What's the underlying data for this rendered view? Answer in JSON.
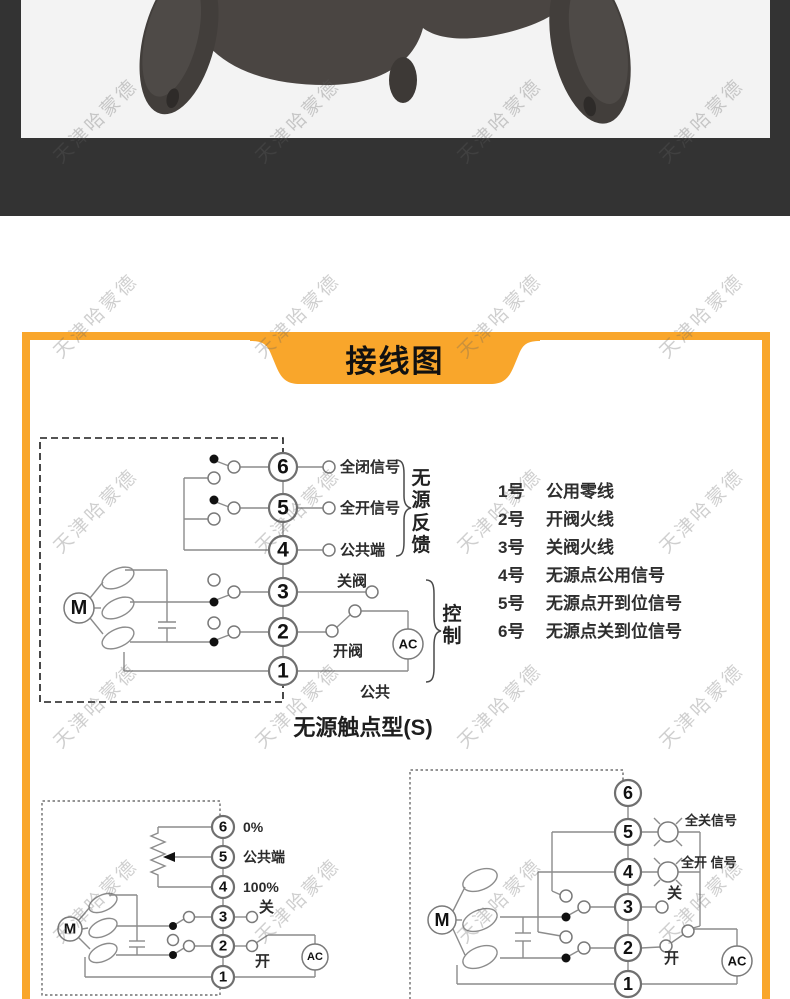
{
  "colors": {
    "accent_orange": "#F9A62B",
    "top_band": "#333333",
    "photo_background": "#F3F3F3",
    "diagram_line": "#8C8C8C",
    "label_text": "#2B2B2B"
  },
  "watermark": {
    "text": "天津哈蒙德"
  },
  "banner": {
    "title": "接线图",
    "color": "#F9A62B"
  },
  "diagram_main": {
    "terminals": [
      "6",
      "5",
      "4",
      "3",
      "2",
      "1"
    ],
    "labels": {
      "t6": "全闭信号",
      "t5": "全开信号",
      "t4": "公共端",
      "t3": "关阀",
      "t2": "开阀",
      "t1": "公共"
    },
    "group_feedback": "无源反馈",
    "group_control": "控制",
    "motor": "M",
    "power": "AC",
    "caption": "无源触点型(S)"
  },
  "legend": {
    "items": [
      {
        "num": "1号",
        "desc": "公用零线"
      },
      {
        "num": "2号",
        "desc": "开阀火线"
      },
      {
        "num": "3号",
        "desc": "关阀火线"
      },
      {
        "num": "4号",
        "desc": "无源点公用信号"
      },
      {
        "num": "5号",
        "desc": "无源点开到位信号"
      },
      {
        "num": "6号",
        "desc": "无源点关到位信号"
      }
    ]
  },
  "diagram_bottom_left": {
    "terminals": [
      "6",
      "5",
      "4",
      "3",
      "2",
      "1"
    ],
    "labels": {
      "t6": "0%",
      "t5": "公共端",
      "t4": "100%",
      "t3": "关",
      "t2": "开"
    },
    "motor": "M",
    "power": "AC"
  },
  "diagram_bottom_right": {
    "terminals": [
      "6",
      "5",
      "4",
      "3",
      "2",
      "1"
    ],
    "labels": {
      "t5": "全关信号",
      "t4": "全开 信号",
      "t3": "关",
      "t2": "开"
    },
    "motor": "M",
    "power": "AC"
  }
}
